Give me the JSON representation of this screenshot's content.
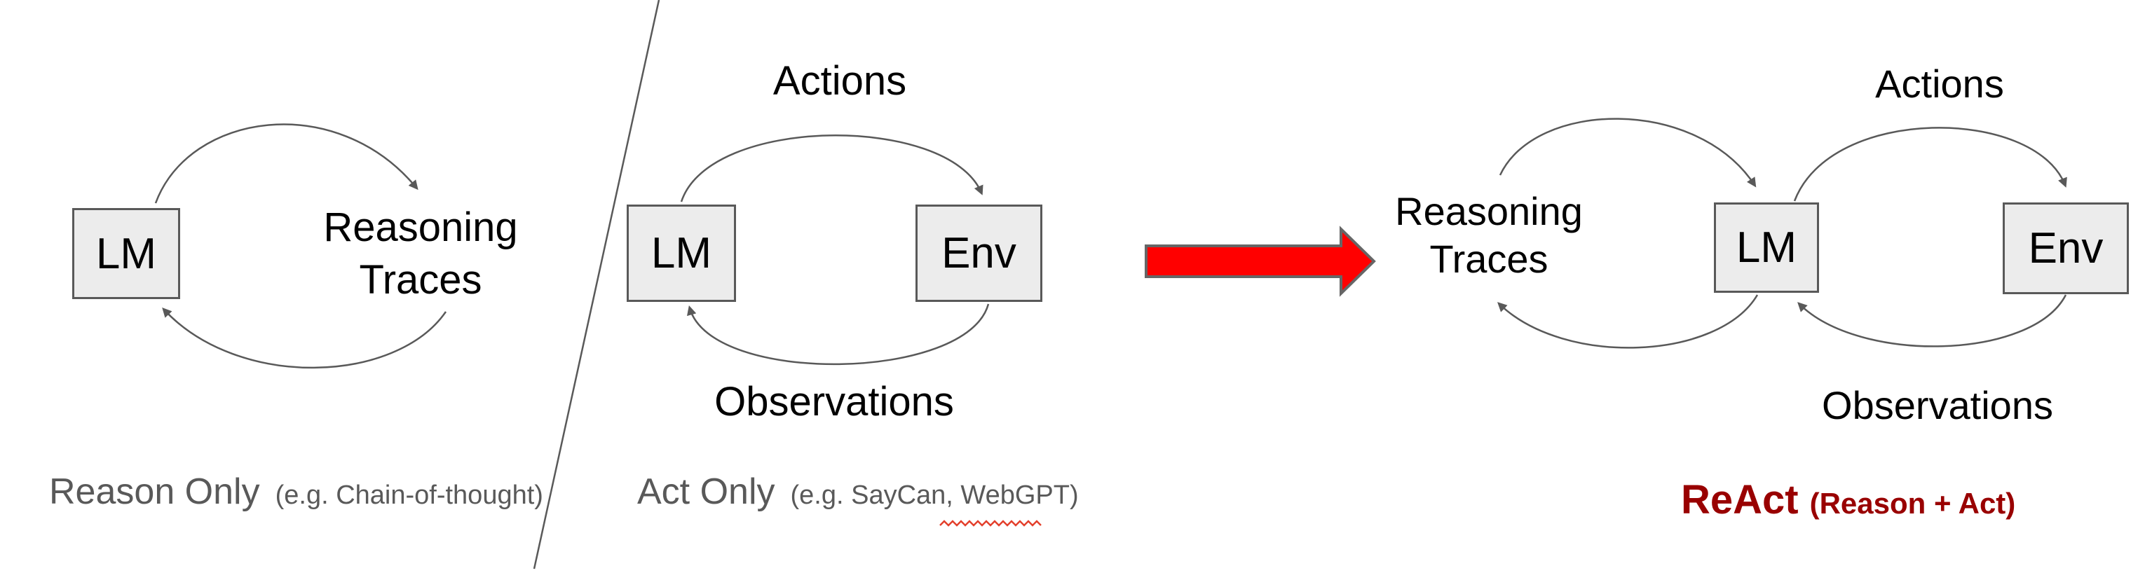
{
  "figure": {
    "description_note": "ReAct paradigm comparison diagram"
  },
  "panel_reason_only": {
    "lm_box_label": "LM",
    "node_line1": "Reasoning",
    "node_line2": "Traces",
    "caption_main": "Reason Only",
    "caption_note": "(e.g. Chain-of-thought)"
  },
  "panel_act_only": {
    "lm_box_label": "LM",
    "env_box_label": "Env",
    "top_label": "Actions",
    "bottom_label": "Observations",
    "caption_main": "Act Only",
    "caption_note_prefix": "(e.g. SayCan,",
    "caption_misspelled_word": "WebGPT",
    "caption_note_suffix": ")"
  },
  "panel_react": {
    "node_line1": "Reasoning",
    "node_line2": "Traces",
    "lm_box_label": "LM",
    "env_box_label": "Env",
    "top_label": "Actions",
    "bottom_label": "Observations",
    "caption_main": "ReAct",
    "caption_note": "(Reason + Act)"
  },
  "colors": {
    "background": "#ffffff",
    "text_black": "#000000",
    "caption_gray": "#595959",
    "diagram_stroke": "#595959",
    "box_fill": "#ececec",
    "box_border": "#595959",
    "transform_arrow_fill": "#ff0000",
    "transform_arrow_border": "#666666",
    "react_caption_maroon": "#990000",
    "squiggle_red": "#e3402c"
  }
}
